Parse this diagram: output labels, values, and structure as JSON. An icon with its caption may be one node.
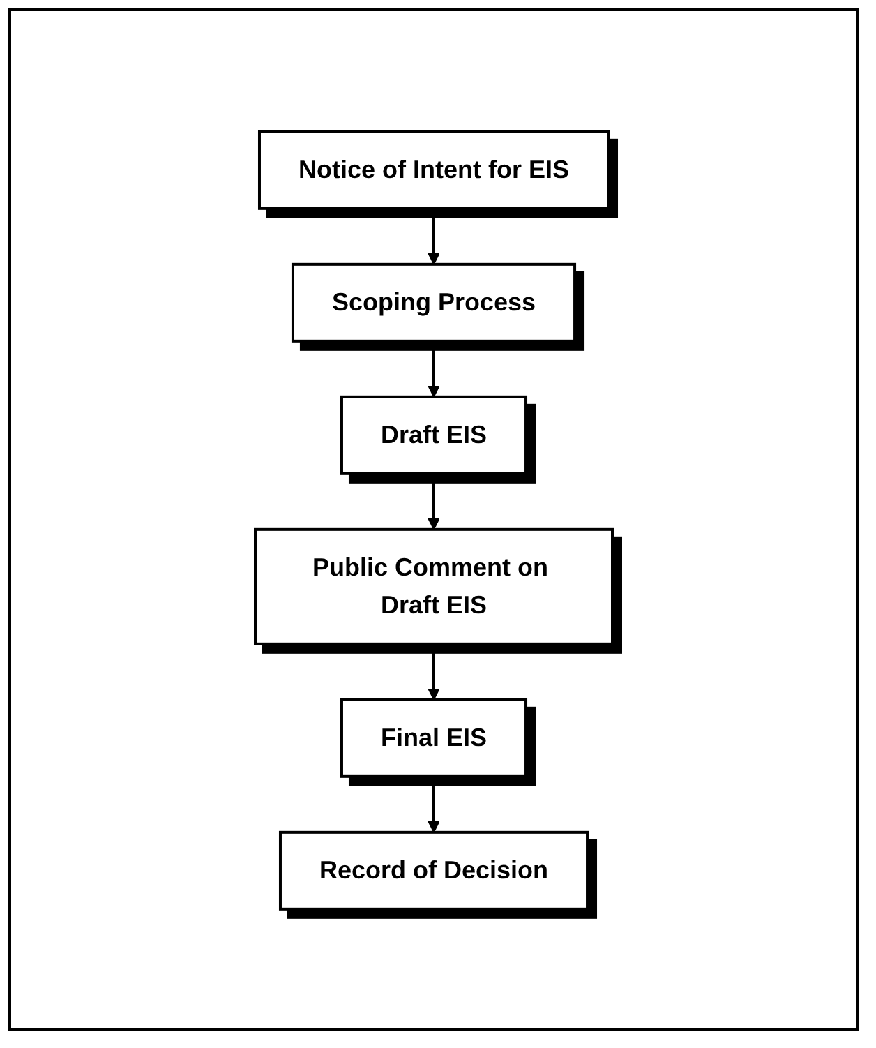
{
  "diagram": {
    "nodes": [
      {
        "text": [
          "Notice of Intent for EIS"
        ]
      },
      {
        "text": [
          "Scoping Process"
        ]
      },
      {
        "text": [
          "Draft EIS"
        ]
      },
      {
        "text": [
          "Public Comment on Draft EIS"
        ]
      },
      {
        "text": [
          "Final EIS"
        ]
      },
      {
        "text": [
          "Record of Decision"
        ]
      }
    ],
    "edges": [
      {
        "from": 0,
        "to": 1,
        "arrow": "to"
      },
      {
        "from": 1,
        "to": 2,
        "arrow": "to"
      },
      {
        "from": 2,
        "to": 3,
        "arrow": "to"
      },
      {
        "from": 3,
        "to": 4,
        "arrow": "to"
      },
      {
        "from": 4,
        "to": 5,
        "arrow": "to"
      }
    ]
  }
}
